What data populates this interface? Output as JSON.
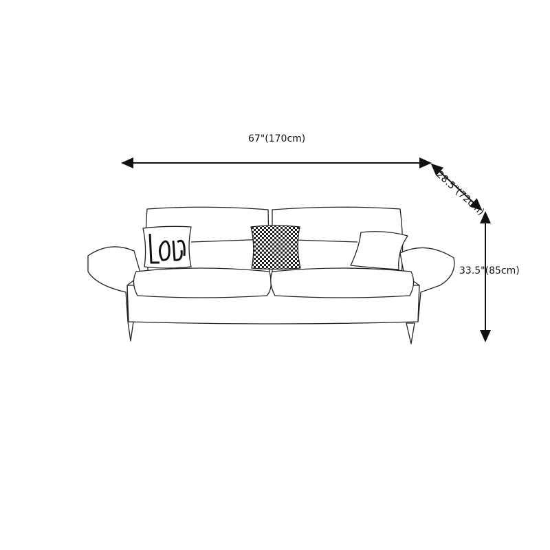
{
  "dimensions": {
    "width_label": "67\"(170cm)",
    "depth_label": "28.5\"(72cm)",
    "height_label": "33.5\"(85cm)"
  },
  "colors": {
    "line": "#111111",
    "background": "#ffffff"
  },
  "icons": {
    "product": "sofa-line-drawing",
    "arrows": "double-headed-arrow"
  }
}
